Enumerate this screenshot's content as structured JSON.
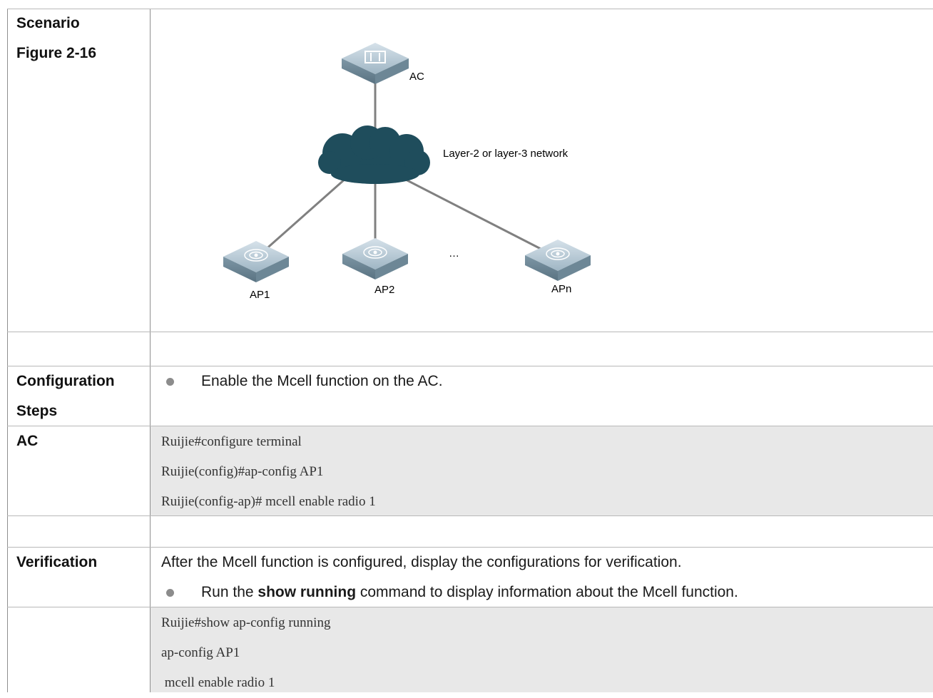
{
  "rows": {
    "scenario": {
      "label_line1": "Scenario",
      "label_line2": "Figure 2-16"
    },
    "config": {
      "label_line1": "Configuration",
      "label_line2": "Steps",
      "bullet": "Enable the Mcell function on the AC."
    },
    "ac": {
      "label": "AC",
      "code": [
        "Ruijie#configure terminal",
        "Ruijie(config)#ap-config AP1",
        "Ruijie(config-ap)# mcell enable radio 1"
      ]
    },
    "verification": {
      "label": "Verification",
      "text": "After the Mcell function is configured, display the configurations for verification.",
      "bullet_pre": "Run the ",
      "bullet_bold": "show running",
      "bullet_post": " command to display information about the Mcell function."
    },
    "output": {
      "code": [
        "Ruijie#show ap-config running",
        "ap-config AP1",
        " mcell enable radio 1"
      ]
    }
  },
  "diagram": {
    "ac_label": "AC",
    "network_label": "Layer-2 or layer-3 network",
    "ap_labels": [
      "AP1",
      "AP2",
      "APn"
    ],
    "ellipsis": "…",
    "icons": {
      "ac": "ac-controller-icon",
      "network": "cloud-icon",
      "ap": "access-point-icon"
    },
    "colors": {
      "cloud": "#1f4d5c",
      "device": "#a9bfcc",
      "link": "#808080"
    }
  }
}
